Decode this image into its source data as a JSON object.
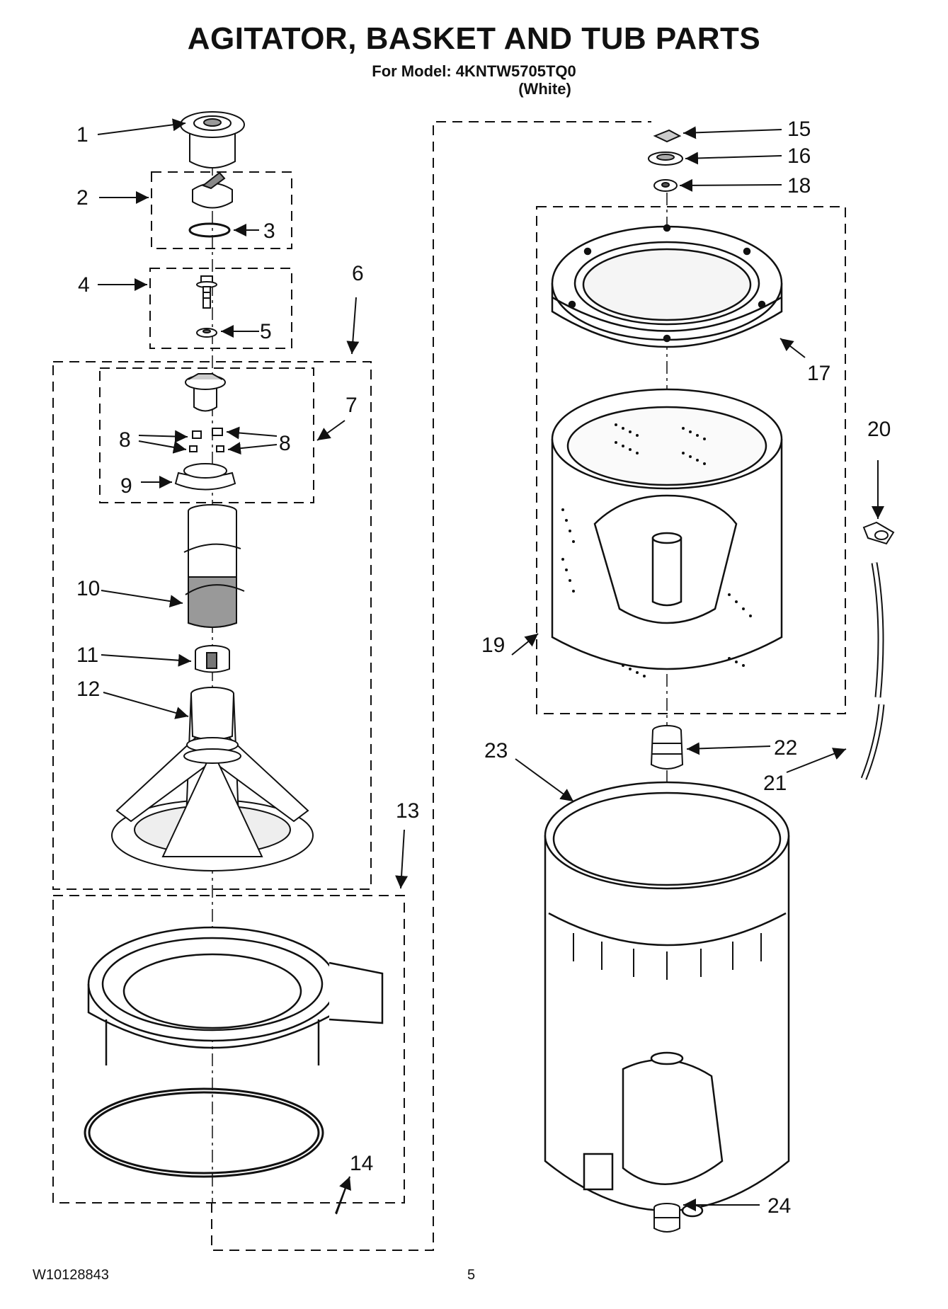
{
  "header": {
    "title": "AGITATOR, BASKET AND TUB PARTS",
    "model_line": "For Model: 4KNTW5705TQ0",
    "variant": "(White)"
  },
  "footer": {
    "document_number": "W10128843",
    "page_number": "5"
  },
  "callouts": {
    "c1": "1",
    "c2": "2",
    "c3": "3",
    "c4": "4",
    "c5": "5",
    "c6": "6",
    "c7": "7",
    "c8a": "8",
    "c8b": "8",
    "c9": "9",
    "c10": "10",
    "c11": "11",
    "c12": "12",
    "c13": "13",
    "c14": "14",
    "c15": "15",
    "c16": "16",
    "c17": "17",
    "c18": "18",
    "c19": "19",
    "c20": "20",
    "c21": "21",
    "c22": "22",
    "c23": "23",
    "c24": "24"
  }
}
